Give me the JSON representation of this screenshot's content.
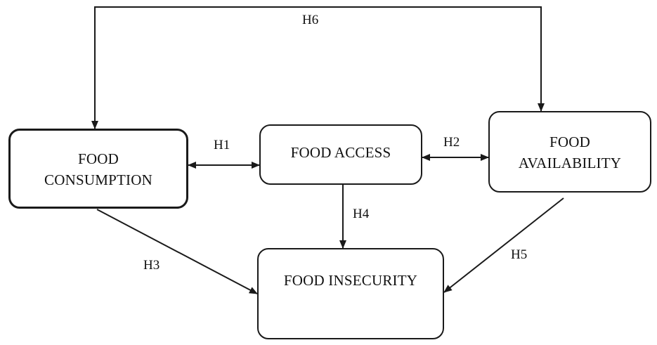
{
  "nodes": {
    "consumption": {
      "line1": "FOOD",
      "line2": "CONSUMPTION"
    },
    "access": {
      "line1": "FOOD ACCESS"
    },
    "availability": {
      "line1": "FOOD",
      "line2": "AVAILABILITY"
    },
    "insecurity": {
      "line1": "FOOD INSECURITY"
    }
  },
  "hypotheses": {
    "h1": "H1",
    "h2": "H2",
    "h3": "H3",
    "h4": "H4",
    "h5": "H5",
    "h6": "H6"
  },
  "colors": {
    "stroke": "#1a1a1a",
    "background": "#ffffff"
  }
}
